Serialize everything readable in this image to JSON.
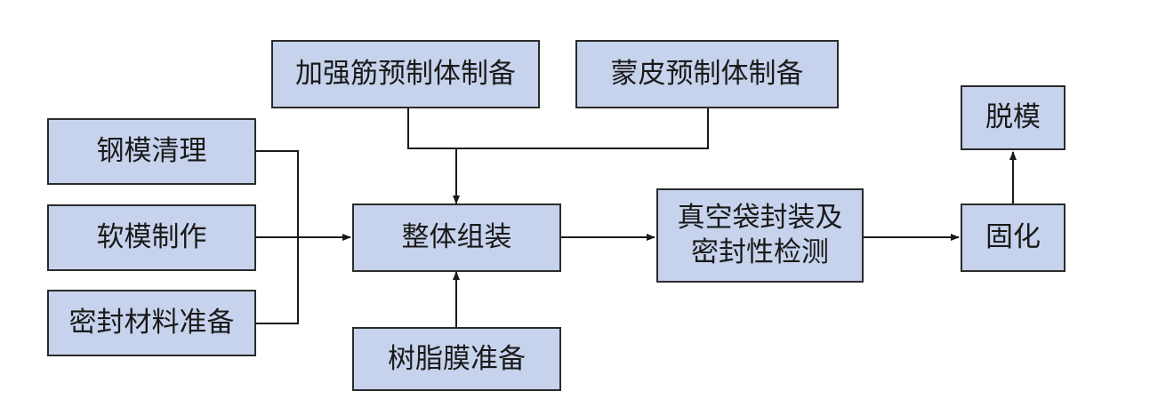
{
  "colors": {
    "box_fill": "#c7d3ec",
    "box_border": "#2b2b2b",
    "connector": "#1a1a1a"
  },
  "nodes": {
    "rib_preform": "加强筋预制体制备",
    "skin_preform": "蒙皮预制体制备",
    "steel_mold_clean": "钢模清理",
    "soft_mold_make": "软模制作",
    "seal_material_prep": "密封材料准备",
    "assembly": "整体组装",
    "resin_film_prep": "树脂膜准备",
    "vacuum_bag_line1": "真空袋封装及",
    "vacuum_bag_line2": "密封性检测",
    "cure": "固化",
    "demold": "脱模"
  }
}
